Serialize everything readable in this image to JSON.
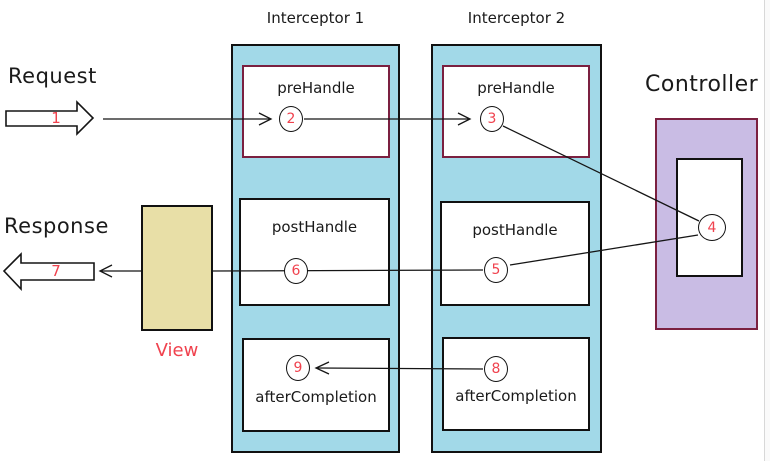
{
  "labels": {
    "request": "Request",
    "response": "Response",
    "controller": "Controller",
    "view": "View",
    "interceptor1_title": "Interceptor 1",
    "interceptor2_title": "Interceptor 2"
  },
  "interceptor1": {
    "prehandle": "preHandle",
    "posthandle": "postHandle",
    "aftercompletion": "afterCompletion"
  },
  "interceptor2": {
    "prehandle": "preHandle",
    "posthandle": "postHandle",
    "aftercompletion": "afterCompletion"
  },
  "steps": {
    "request_arrow": "1",
    "i1_prehandle": "2",
    "i2_prehandle": "3",
    "controller": "4",
    "i2_posthandle": "5",
    "i1_posthandle": "6",
    "response_arrow": "7",
    "i2_aftercompletion": "8",
    "i1_aftercompletion": "9"
  },
  "colors": {
    "interceptor_fill": "#a2d9e8",
    "controller_fill": "#c9bce4",
    "view_fill": "#e8dfa7",
    "accent_border": "#7b2040",
    "step_red": "#f0424e",
    "line_black": "#151515"
  }
}
